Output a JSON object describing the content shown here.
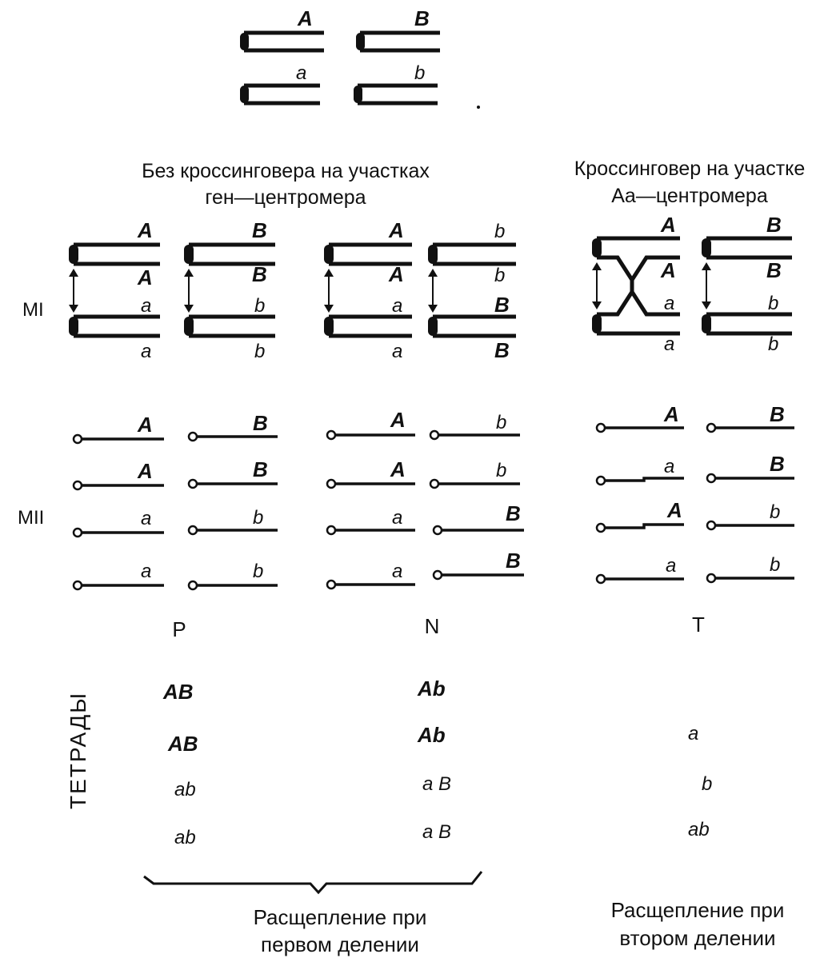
{
  "top_pair": {
    "upper": [
      "A",
      "B"
    ],
    "lower": [
      "a",
      "b"
    ]
  },
  "headings": {
    "no_crossover": [
      "Без кроссинговера на участках",
      "ген—центромера"
    ],
    "crossover": [
      "Кроссинговер на участке",
      "Aa—центромера"
    ]
  },
  "stages": {
    "mi": "MI",
    "mii": "MII"
  },
  "mi_labels": {
    "p_left": [
      "A",
      "A",
      "a",
      "a"
    ],
    "p_right": [
      "B",
      "B",
      "b",
      "b"
    ],
    "n_left": [
      "A",
      "A",
      "a",
      "a"
    ],
    "n_right": [
      "b",
      "b",
      "B",
      "B"
    ],
    "t_left": [
      "A",
      "A",
      "a",
      "a"
    ],
    "t_right": [
      "B",
      "B",
      "b",
      "b"
    ]
  },
  "mii_labels": {
    "p_left": [
      "A",
      "A",
      "a",
      "a"
    ],
    "p_right": [
      "B",
      "B",
      "b",
      "b"
    ],
    "n_left": [
      "A",
      "A",
      "a",
      "a"
    ],
    "n_right": [
      "b",
      "b",
      "B",
      "B"
    ],
    "t_left": [
      "A",
      "a",
      "A",
      "a"
    ],
    "t_right": [
      "B",
      "B",
      "b",
      "b"
    ]
  },
  "tetrad_types": {
    "p": "P",
    "n": "N",
    "t": "T"
  },
  "tetrads_title": "ТЕТРАДЫ",
  "tetrads": {
    "p": [
      "AB",
      "AB",
      "ab",
      "ab"
    ],
    "n": [
      "Ab",
      "Ab",
      "a B",
      "a B"
    ],
    "t": [
      "a",
      "b",
      "ab"
    ]
  },
  "footers": {
    "first_division": [
      "Расщепление при",
      "первом делении"
    ],
    "second_division": [
      "Расщепление при",
      "втором делении"
    ]
  }
}
